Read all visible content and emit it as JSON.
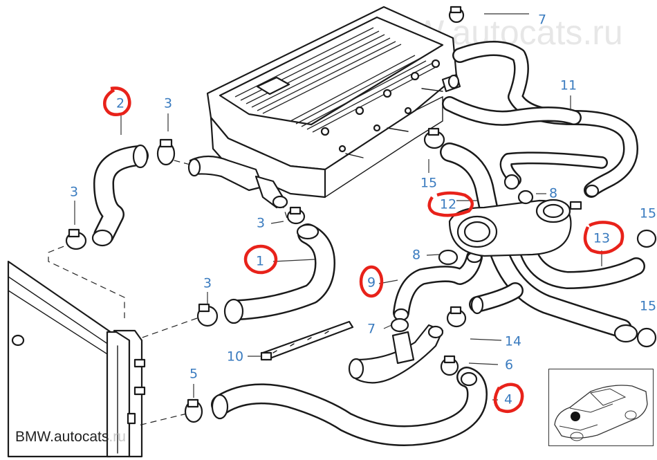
{
  "watermark": {
    "top": "BMW.autocats.ru",
    "bottom_brand": "BMW.",
    "bottom_domain": "autocats",
    "bottom_tld": ".ru"
  },
  "callouts": [
    {
      "id": "c1",
      "label": "1",
      "circled": true
    },
    {
      "id": "c2",
      "label": "2",
      "circled": true
    },
    {
      "id": "c3a",
      "label": "3",
      "circled": false
    },
    {
      "id": "c3b",
      "label": "3",
      "circled": false
    },
    {
      "id": "c3c",
      "label": "3",
      "circled": false
    },
    {
      "id": "c3d",
      "label": "3",
      "circled": false
    },
    {
      "id": "c4",
      "label": "4",
      "circled": true
    },
    {
      "id": "c5",
      "label": "5",
      "circled": false
    },
    {
      "id": "c6",
      "label": "6",
      "circled": false
    },
    {
      "id": "c7a",
      "label": "7",
      "circled": false
    },
    {
      "id": "c7b",
      "label": "7",
      "circled": false
    },
    {
      "id": "c8a",
      "label": "8",
      "circled": false
    },
    {
      "id": "c8b",
      "label": "8",
      "circled": false
    },
    {
      "id": "c9",
      "label": "9",
      "circled": true
    },
    {
      "id": "c10",
      "label": "10",
      "circled": false
    },
    {
      "id": "c11",
      "label": "11",
      "circled": false
    },
    {
      "id": "c12",
      "label": "12",
      "circled": true
    },
    {
      "id": "c13",
      "label": "13",
      "circled": true
    },
    {
      "id": "c14",
      "label": "14",
      "circled": false
    },
    {
      "id": "c15a",
      "label": "15",
      "circled": false
    },
    {
      "id": "c15b",
      "label": "15",
      "circled": false
    },
    {
      "id": "c15c",
      "label": "15",
      "circled": false
    }
  ],
  "colors": {
    "callout_text": "#3a7bbf",
    "highlight_ring": "#e8221a",
    "line_art": "#1a1a1a"
  }
}
